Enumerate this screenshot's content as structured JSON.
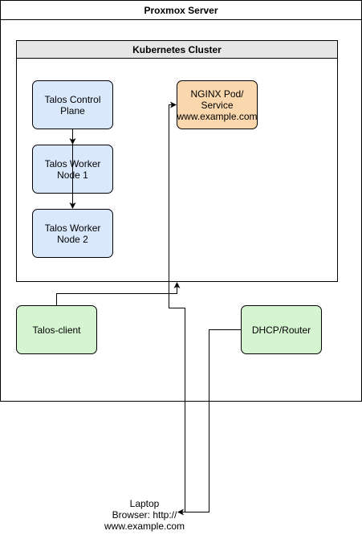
{
  "proxmox": {
    "title": "Proxmox Server"
  },
  "cluster": {
    "title": "Kubernetes Cluster"
  },
  "nodes": {
    "control_plane": "Talos Control\nPlane",
    "worker1": "Talos Worker\nNode 1",
    "worker2": "Talos Worker\nNode 2",
    "nginx": "NGINX Pod/\nService\nwww.example.com",
    "talos_client": "Talos-client",
    "dhcp_router": "DHCP/Router"
  },
  "laptop": {
    "label": "Laptop\nBrowser: http://\nwww.example.com"
  },
  "colors": {
    "k8s_node_fill": "#dae8fc",
    "client_fill": "#d5f5d0",
    "service_fill": "#fad7ac",
    "header_fill": "#e6e6e6",
    "stroke": "#000000"
  }
}
